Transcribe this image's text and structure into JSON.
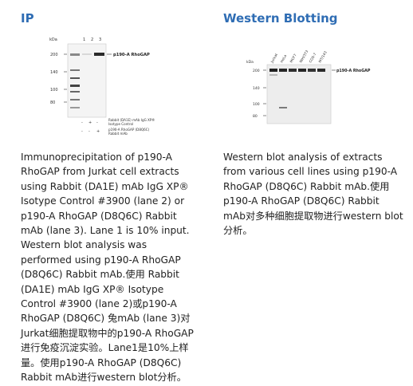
{
  "ip": {
    "heading": "IP",
    "figure": {
      "kda": "kDa",
      "lane_numbers": [
        "1",
        "2",
        "3"
      ],
      "markers": [
        "200",
        "140",
        "100",
        "80"
      ],
      "band_label": "p190-A RhoGAP",
      "reagent_rows": [
        {
          "label": "Rabbit (DA1E) mAb IgG XP® Isotype Control",
          "signs": [
            "-",
            "+",
            "-"
          ]
        },
        {
          "label": "p190-A RhoGAP (D8Q6C) Rabbit mAb",
          "signs": [
            "-",
            "-",
            "+"
          ]
        }
      ]
    },
    "caption": "Immunoprecipitation of p190-A\nRhoGAP from Jurkat cell extracts\nusing Rabbit (DA1E) mAb IgG XP®\nIsotype Control #3900 (lane 2) or\np190-A RhoGAP (D8Q6C) Rabbit\nmAb (lane 3). Lane 1 is 10% input.\nWestern blot analysis was\nperformed using p190-A RhoGAP\n(D8Q6C) Rabbit mAb.使用 Rabbit\n(DA1E) mAb IgG XP® Isotype\nControl #3900 (lane 2)或p190-A\nRhoGAP (D8Q6C) 兔mAb (lane 3)对\nJurkat细胞提取物中的p190-A RhoGAP\n进行免疫沉淀实验。Lane1是10%上样\n量。使用p190-A RhoGAP (D8Q6C)\nRabbit mAb进行western blot分析。"
  },
  "wb": {
    "heading": "Western Blotting",
    "figure": {
      "kda": "kDa",
      "cell_lines": [
        "Jurkat",
        "HeLa",
        "MCF7",
        "NIH/3T3",
        "COS-7",
        "MT/143"
      ],
      "markers": [
        "200",
        "140",
        "100",
        "80"
      ],
      "band_label": "p190-A RhoGAP"
    },
    "caption": "Western blot analysis of extracts\nfrom various cell lines using p190-A\nRhoGAP (D8Q6C) Rabbit mAb.使用\np190-A RhoGAP (D8Q6C) Rabbit\nmAb对多种细胞提取物进行western blot\n分析。"
  }
}
